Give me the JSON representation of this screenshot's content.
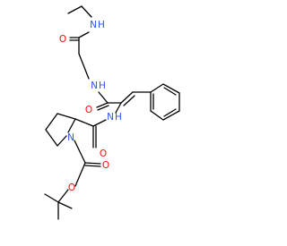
{
  "structure": {
    "atoms": {
      "o_top": {
        "symbol": "O",
        "color": "#ff0d0d"
      },
      "n_top": {
        "symbol": "N",
        "color": "#3050f8"
      },
      "h_top": {
        "symbol": "H",
        "color": "#3050f8"
      },
      "n_mid": {
        "symbol": "N",
        "color": "#3050f8"
      },
      "h_mid": {
        "symbol": "H",
        "color": "#3050f8"
      },
      "o_mid": {
        "symbol": "O",
        "color": "#ff0d0d"
      },
      "n_amide": {
        "symbol": "N",
        "color": "#3050f8"
      },
      "h_amide": {
        "symbol": "H",
        "color": "#3050f8"
      },
      "o_amide": {
        "symbol": "O",
        "color": "#ff0d0d"
      },
      "n_ring": {
        "symbol": "N",
        "color": "#3050f8"
      },
      "o_carbonyl": {
        "symbol": "O",
        "color": "#ff0d0d"
      },
      "o_ester": {
        "symbol": "O",
        "color": "#ff0d0d"
      }
    },
    "bond_color": "#000000"
  }
}
